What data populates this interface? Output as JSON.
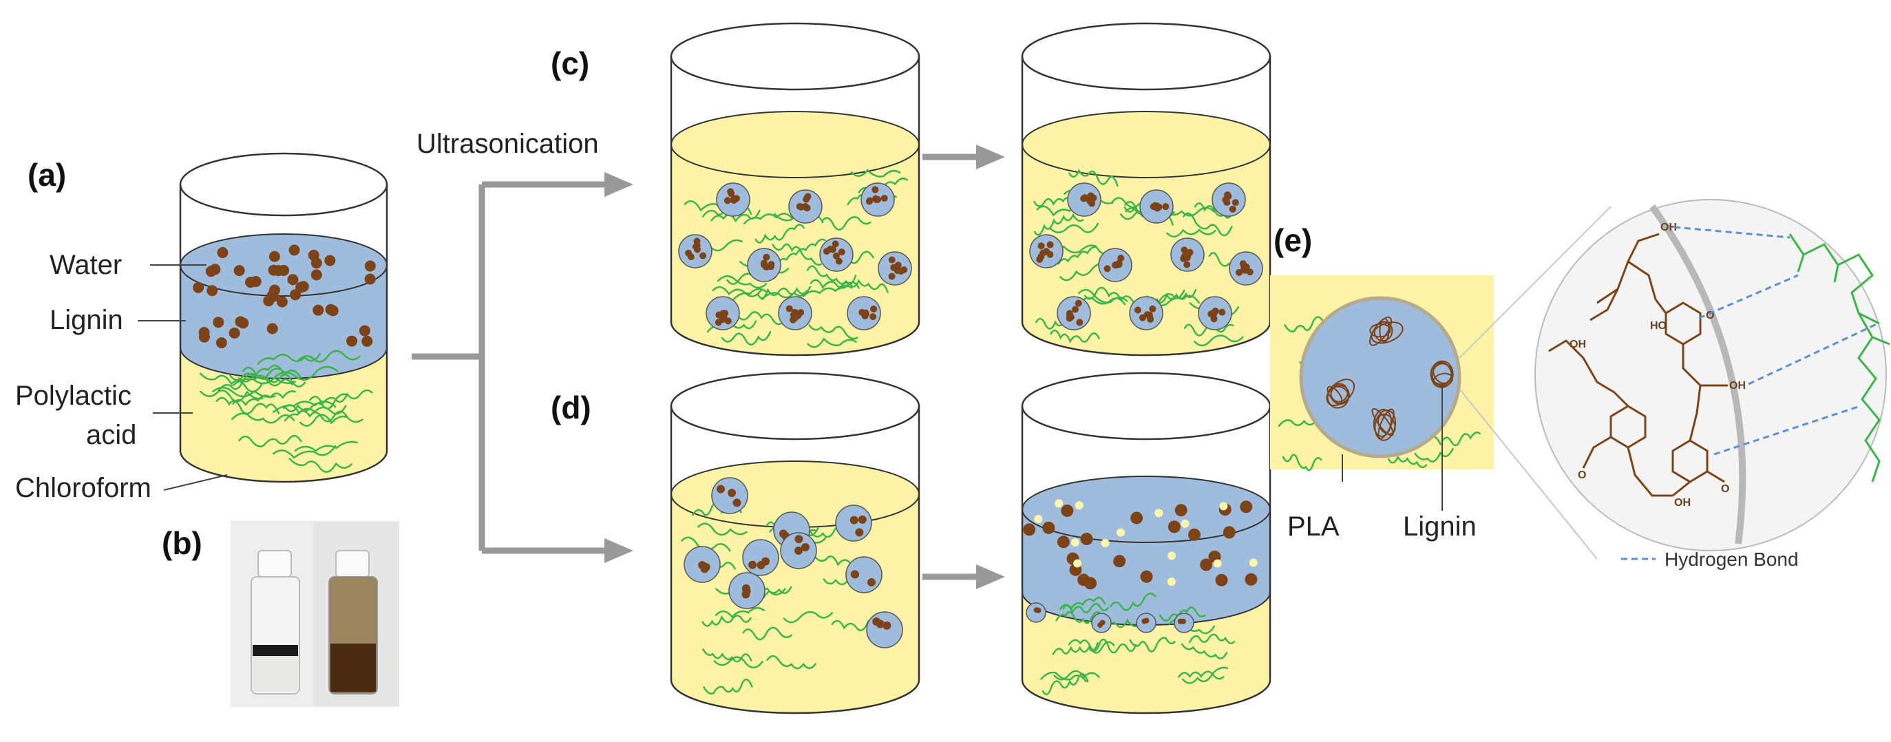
{
  "panels": {
    "a": {
      "letter": "(a)"
    },
    "b": {
      "letter": "(b)"
    },
    "c": {
      "letter": "(c)"
    },
    "d": {
      "letter": "(d)"
    },
    "e": {
      "letter": "(e)"
    }
  },
  "labels": {
    "water": "Water",
    "lignin": "Lignin",
    "pla_line1": "Polylactic",
    "pla_line2": "acid",
    "chloroform": "Chloroform",
    "ultrasonication": "Ultrasonication",
    "pla": "PLA",
    "lignin_e": "Lignin",
    "hydrogen_bond": "Hydrogen Bond",
    "oh": "OH",
    "ho": "HO",
    "o": "O"
  },
  "colors": {
    "water_blue": "#9fbcdc",
    "chloroform_yellow": "#fdf3a6",
    "lignin_brown": "#7b4317",
    "pla_green": "#3cb44a",
    "arrow_gray": "#999999",
    "outline": "#333333",
    "hbond_blue": "#5b8fd6"
  }
}
